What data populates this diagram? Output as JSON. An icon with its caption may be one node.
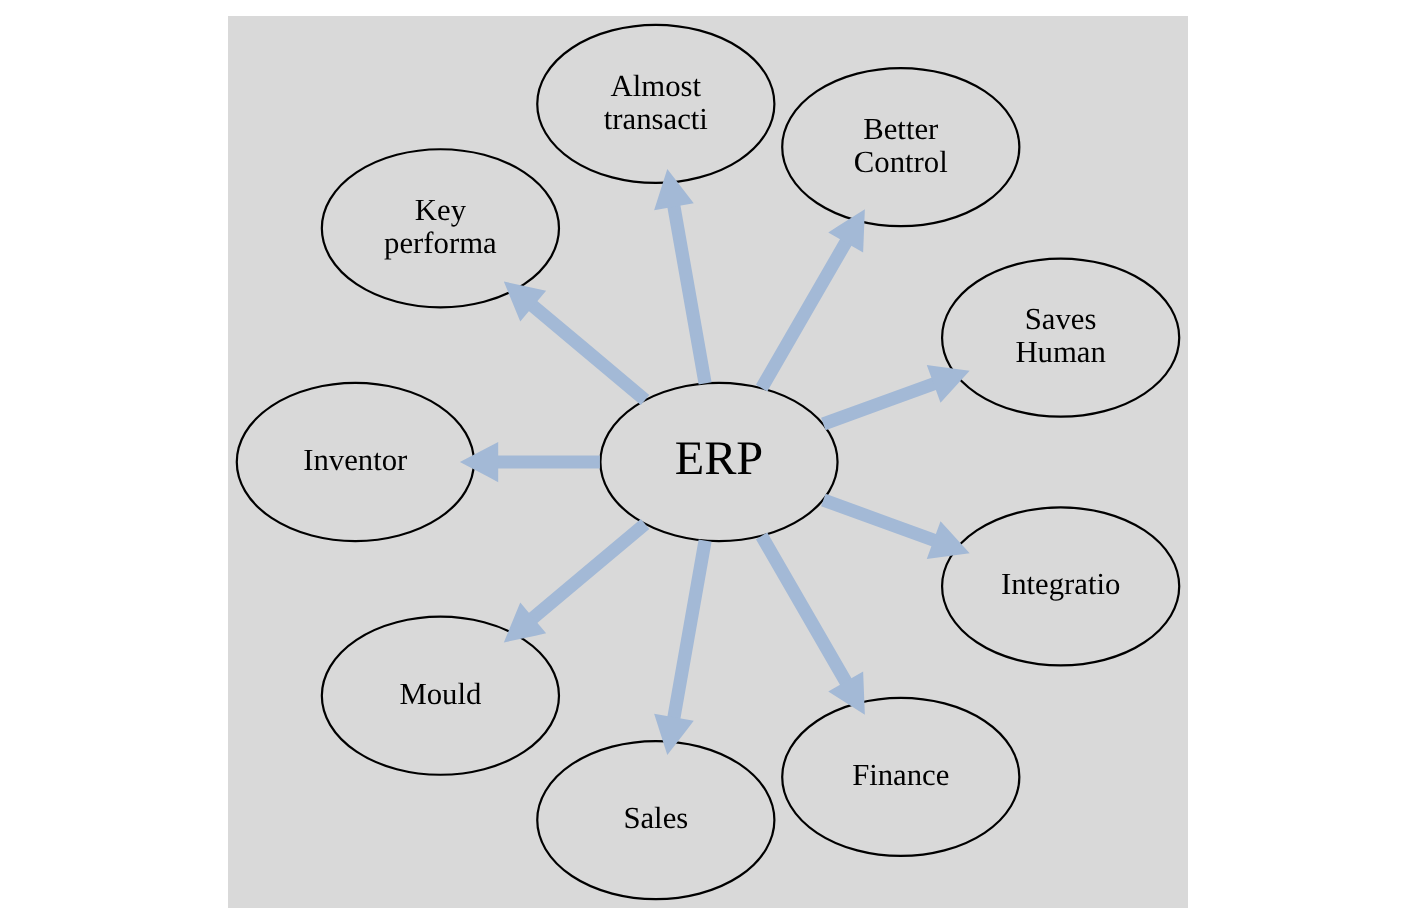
{
  "diagram": {
    "nodes": [
      {
        "text": [
          "ERP"
        ]
      },
      {
        "text": [
          "Integratio"
        ]
      },
      {
        "text": [
          "Finance"
        ]
      },
      {
        "text": [
          "Sales"
        ]
      },
      {
        "text": [
          "Mould"
        ]
      },
      {
        "text": [
          "Inventor"
        ]
      },
      {
        "text": [
          "Key performa"
        ]
      },
      {
        "text": [
          "Almost transacti"
        ]
      },
      {
        "text": [
          "Better Control"
        ]
      },
      {
        "text": [
          "Saves Human"
        ]
      }
    ],
    "edges": [
      {
        "from": 0,
        "to": 1,
        "arrow": "to"
      },
      {
        "from": 0,
        "to": 2,
        "arrow": "to"
      },
      {
        "from": 0,
        "to": 3,
        "arrow": "to"
      },
      {
        "from": 0,
        "to": 4,
        "arrow": "to"
      },
      {
        "from": 0,
        "to": 5,
        "arrow": "to"
      },
      {
        "from": 0,
        "to": 6,
        "arrow": "to"
      },
      {
        "from": 0,
        "to": 7,
        "arrow": "to"
      },
      {
        "from": 0,
        "to": 8,
        "arrow": "to"
      },
      {
        "from": 0,
        "to": 9,
        "arrow": "to"
      }
    ]
  }
}
